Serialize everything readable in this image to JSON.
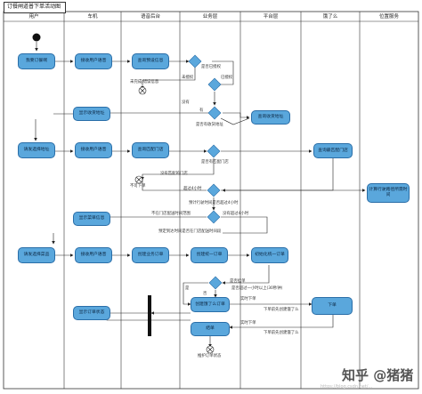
{
  "diagram": {
    "title": "订餐闸道普下单活动图",
    "lanes": [
      "用户",
      "车机",
      "语音后台",
      "业务层",
      "平台层",
      "饿了么",
      "位置服务"
    ],
    "activities": {
      "a1": "我要订餐啊",
      "a2": "接收用户语音",
      "a3": "查询预设信息",
      "a4": "显示收货地址",
      "a5": "查询收货地址",
      "a6": "请发选择地址",
      "a7": "接收用户语音",
      "a8": "查询匹配门店",
      "a9": "查询最匹配门店",
      "a10": "计算行驶路径所需时间",
      "a11": "显示菜单信息",
      "a12": "请发选择菜品",
      "a13": "接收用户语音",
      "a14": "创建业务订单",
      "a15": "创建统一订单",
      "a16": "初始化统一订单",
      "a17": "创建饿了么订单",
      "a18": "下单",
      "a19": "显示订单状态",
      "a20": "结单"
    },
    "labels": {
      "l1": "是否已授权",
      "l2": "未授权",
      "l3": "已授权",
      "l4": "未完成/错误信息",
      "l5": "没有",
      "l6": "有",
      "l7": "是否有收货地址",
      "l8": "没有匹配的门店",
      "l9": "是否有匹配门店",
      "l10": "不可下单",
      "l11": "超过4小时",
      "l12": "预计行驶时间是否超过4小时",
      "l13": "不在门店配送时间范围",
      "l14": "没有超过4小时",
      "l15": "预定到达时间是否在门店配送时间段",
      "l16": "是否挂单",
      "l17": "是否超过一小时以上(30秒钟)",
      "l18": "是",
      "l19": "否",
      "l20": "实时下单",
      "l21": "下单前先创建饿了么",
      "l22": "实时下单",
      "l23": "下单前先创建饿了么",
      "l24": "推护订单状态"
    },
    "watermark": "知乎 @猪猪",
    "watermark_url": "https://blog.csdn.net/..."
  }
}
